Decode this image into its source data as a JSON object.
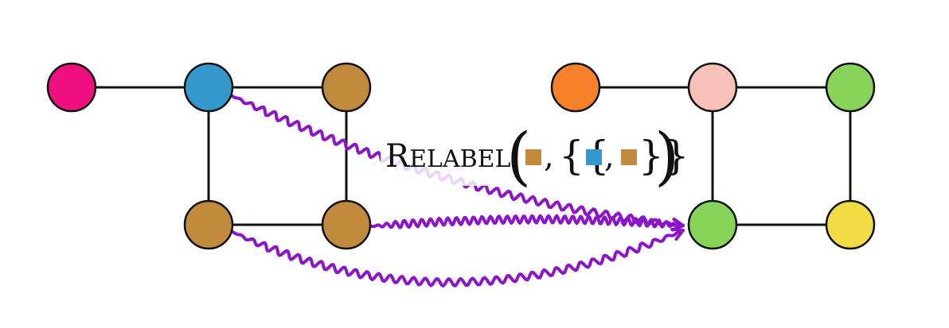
{
  "left_graph": {
    "nodes": [
      {
        "id": "l1",
        "color": "#ef0f7f"
      },
      {
        "id": "l2",
        "color": "#3399cc"
      },
      {
        "id": "l3",
        "color": "#c18a3c"
      },
      {
        "id": "l4",
        "color": "#c18a3c"
      },
      {
        "id": "l5",
        "color": "#c18a3c"
      }
    ],
    "edges": [
      [
        "l1",
        "l2"
      ],
      [
        "l2",
        "l3"
      ],
      [
        "l2",
        "l4"
      ],
      [
        "l3",
        "l5"
      ],
      [
        "l4",
        "l5"
      ]
    ]
  },
  "right_graph": {
    "nodes": [
      {
        "id": "r1",
        "color": "#f5812a"
      },
      {
        "id": "r2",
        "color": "#f7c0b8"
      },
      {
        "id": "r3",
        "color": "#88d45a"
      },
      {
        "id": "r4",
        "color": "#88d45a"
      },
      {
        "id": "r5",
        "color": "#f2dc45"
      }
    ],
    "edges": [
      [
        "r1",
        "r2"
      ],
      [
        "r2",
        "r3"
      ],
      [
        "r2",
        "r4"
      ],
      [
        "r3",
        "r5"
      ],
      [
        "r4",
        "r5"
      ]
    ]
  },
  "arrows": [
    {
      "from": "l2",
      "to": "r4"
    },
    {
      "from": "l5",
      "to": "r4"
    },
    {
      "from": "l4",
      "to": "r4"
    }
  ],
  "operation": {
    "name_initial": "R",
    "name_rest": "ELABEL",
    "open_paren": "(",
    "close_paren": ")",
    "comma": ",",
    "open_brace": "{{",
    "close_brace": "}}",
    "first_color": "#c18a3c",
    "set_colors": [
      "#3399cc",
      "#c18a3c"
    ]
  },
  "colors": {
    "arrow": "#8a16c8",
    "edge": "#111111"
  }
}
